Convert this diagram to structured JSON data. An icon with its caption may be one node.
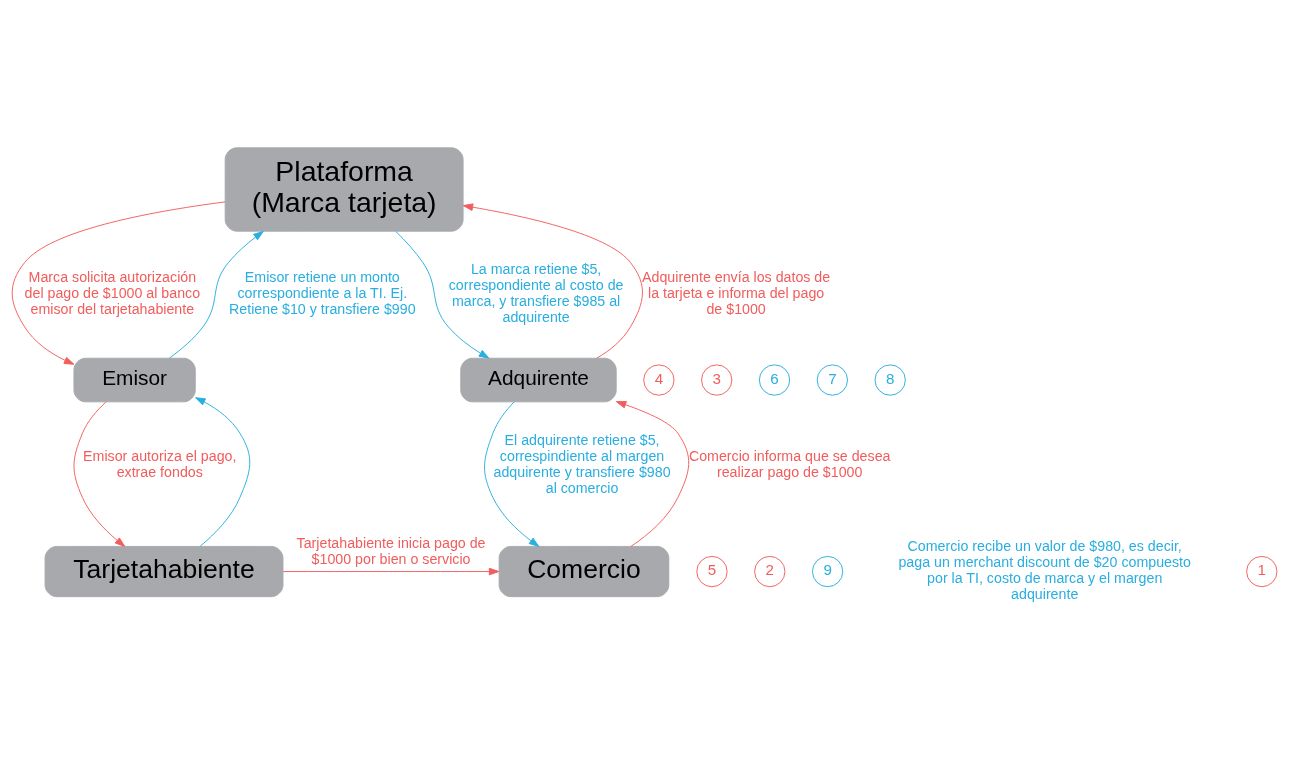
{
  "diagram": {
    "nodes": [
      {
        "text": [
          "Plataforma",
          "(Marca tarjeta)"
        ]
      },
      {
        "text": [
          "Emisor"
        ]
      },
      {
        "text": [
          "Adquirente"
        ]
      },
      {
        "text": [
          "Tarjetahabiente"
        ]
      },
      {
        "text": [
          "Comercio"
        ]
      }
    ],
    "edges": [
      {
        "from": 3,
        "to": 4,
        "arrow": "to",
        "label": "Tarjetahabiente inicia pago de $1000 por bien o servicio"
      },
      {
        "from": 4,
        "to": 2,
        "arrow": "to",
        "label": "Comercio informa que se desea realizar pago de $1000"
      },
      {
        "from": 2,
        "to": 0,
        "arrow": "to",
        "label": "Adquirente envía los datos de la tarjeta e informa del pago de $1000"
      },
      {
        "from": 0,
        "to": 1,
        "arrow": "to",
        "label": "Marca solicita autorización del pago de $1000 al banco emisor del tarjetahabiente"
      },
      {
        "from": 1,
        "to": 3,
        "arrow": "to",
        "label": "Emisor autoriza el pago, extrae fondos"
      },
      {
        "from": 3,
        "to": 1,
        "arrow": "to",
        "color": "#29aee0"
      },
      {
        "from": 1,
        "to": 0,
        "arrow": "to",
        "color": "#29aee0",
        "label": "Emisor retiene un monto correspondiente a la TI. Ej. Retiene $10 y transfiere $990"
      },
      {
        "from": 0,
        "to": 2,
        "arrow": "to",
        "color": "#29aee0",
        "label": "La marca retiene $5, correspondiente al costo de marca, y transfiere $985 al adquirente"
      },
      {
        "from": 2,
        "to": 4,
        "arrow": "to",
        "color": "#29aee0",
        "label": "El adquirente retiene $5, correspindiente al margen adquirente y transfiere $980 al comercio"
      }
    ],
    "labels": [
      "4",
      "3",
      "6",
      "7",
      "8",
      "5",
      "2",
      "9",
      "Comercio recibe un valor de $980, es decir, paga un merchant discount de $20 compuesto por la TI, costo de marca y el margen adquirente",
      "1"
    ]
  }
}
